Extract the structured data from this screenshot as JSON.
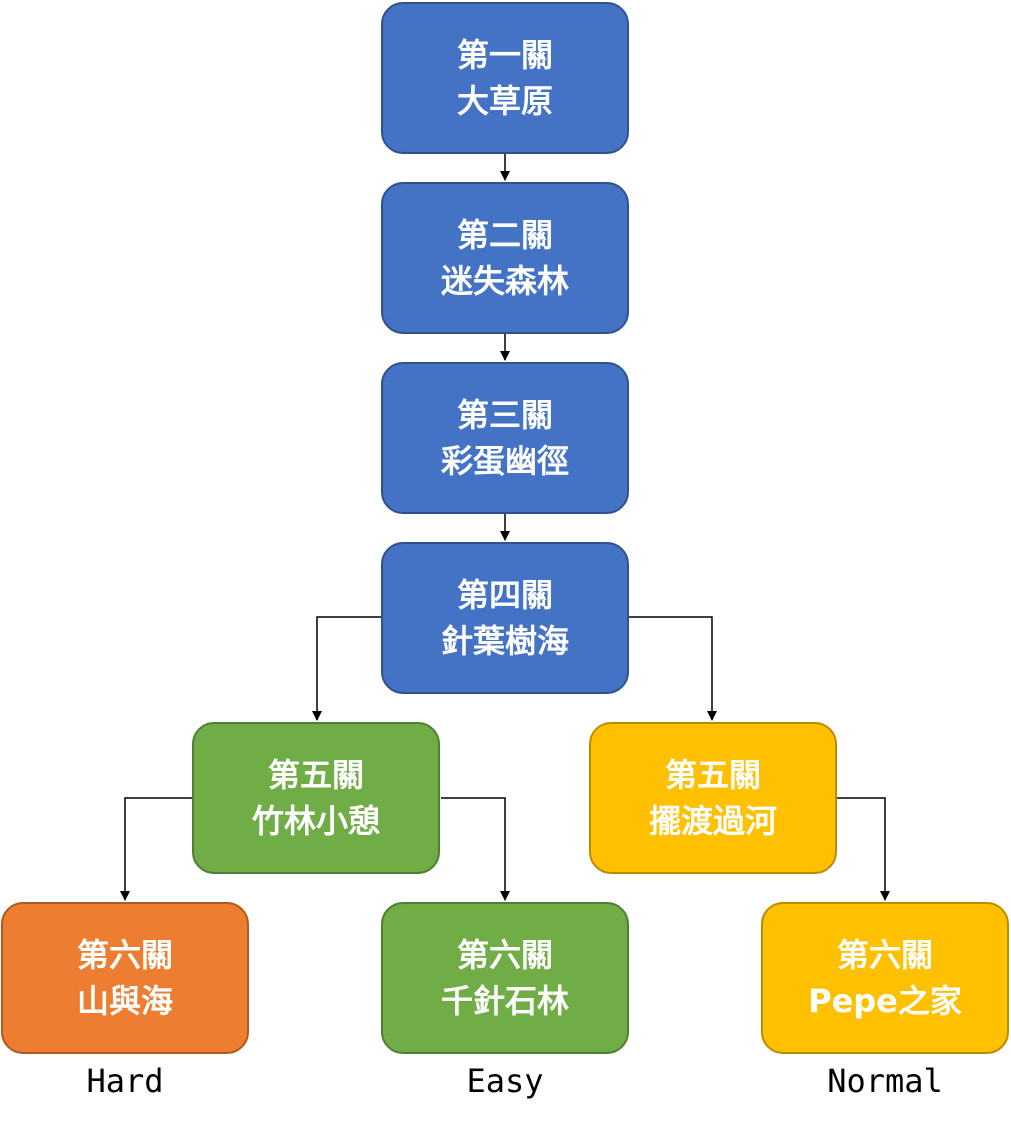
{
  "colors": {
    "blue_fill": "#4472C4",
    "blue_border": "#2F528F",
    "green_fill": "#70AD47",
    "green_border": "#507E32",
    "orange_fill": "#ED7D31",
    "orange_border": "#AE5A21",
    "yellow_fill": "#FFC000",
    "yellow_border": "#BC8C00",
    "connector": "#000000"
  },
  "nodes": {
    "stage1": {
      "stage": "第一關",
      "name": "大草原"
    },
    "stage2": {
      "stage": "第二關",
      "name": "迷失森林"
    },
    "stage3": {
      "stage": "第三關",
      "name": "彩蛋幽徑"
    },
    "stage4": {
      "stage": "第四關",
      "name": "針葉樹海"
    },
    "stage5a": {
      "stage": "第五關",
      "name": "竹林小憩"
    },
    "stage5b": {
      "stage": "第五關",
      "name": "擺渡過河"
    },
    "stage6a": {
      "stage": "第六關",
      "name": "山與海"
    },
    "stage6b": {
      "stage": "第六關",
      "name": "千針石林"
    },
    "stage6c": {
      "stage": "第六關",
      "name": "Pepe之家"
    }
  },
  "captions": {
    "hard": "Hard",
    "easy": "Easy",
    "normal": "Normal"
  },
  "edges": [
    {
      "from": "stage1",
      "to": "stage2"
    },
    {
      "from": "stage2",
      "to": "stage3"
    },
    {
      "from": "stage3",
      "to": "stage4"
    },
    {
      "from": "stage4",
      "to": "stage5a"
    },
    {
      "from": "stage4",
      "to": "stage5b"
    },
    {
      "from": "stage5a",
      "to": "stage6a"
    },
    {
      "from": "stage5a",
      "to": "stage6b"
    },
    {
      "from": "stage5b",
      "to": "stage6c"
    }
  ]
}
